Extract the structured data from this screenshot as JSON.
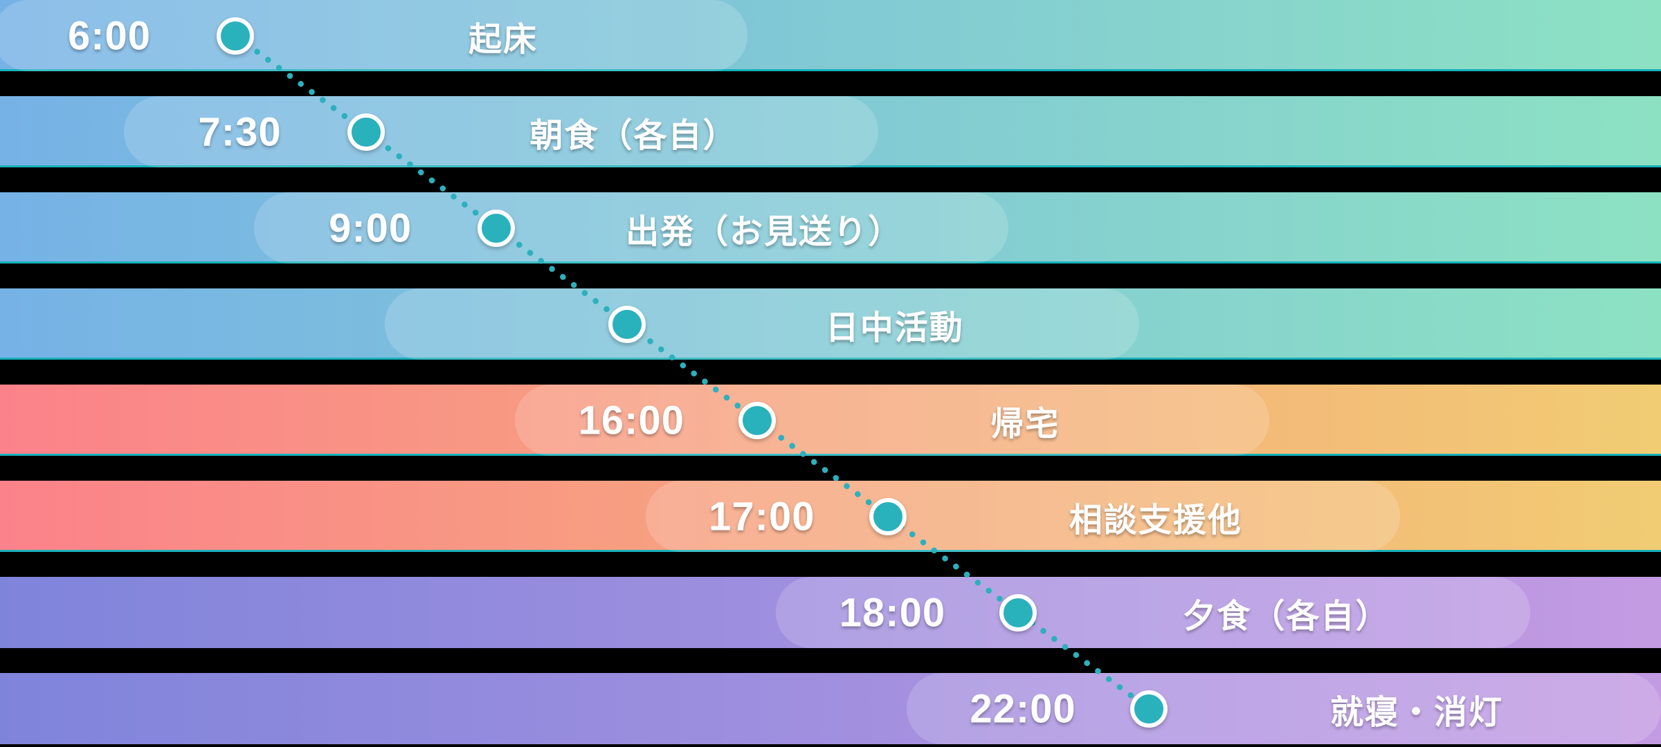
{
  "timeline": {
    "background_color": "#000000",
    "text_color": "#ffffff",
    "connector": {
      "style": "dotted",
      "color": "#2cb0bd"
    },
    "milestone": {
      "icon": "circle-dot-icon",
      "fill_color": "#29b1bc",
      "ring_color": "#ffffff"
    },
    "palettes": {
      "teal": {
        "from": "#76b2e6",
        "to": "#8de1c3",
        "edge": "#17b0ba"
      },
      "sunset": {
        "from": "#fb828a",
        "to": "#f1cc73",
        "edge": "#17b0ba"
      },
      "violet": {
        "from": "#7f84db",
        "to": "#c39be3",
        "edge": null
      }
    },
    "pill_overlay_color": "rgba(255,255,255,0.17)",
    "rows": [
      {
        "time": "6:00",
        "label": "起床",
        "palette": "teal"
      },
      {
        "time": "7:30",
        "label": "朝食（各自）",
        "palette": "teal"
      },
      {
        "time": "9:00",
        "label": "出発（お見送り）",
        "palette": "teal"
      },
      {
        "time": "",
        "label": "日中活動",
        "palette": "teal"
      },
      {
        "time": "16:00",
        "label": "帰宅",
        "palette": "sunset"
      },
      {
        "time": "17:00",
        "label": "相談支援他",
        "palette": "sunset"
      },
      {
        "time": "18:00",
        "label": "夕食（各自）",
        "palette": "violet"
      },
      {
        "time": "22:00",
        "label": "就寝・消灯",
        "palette": "violet"
      }
    ]
  }
}
